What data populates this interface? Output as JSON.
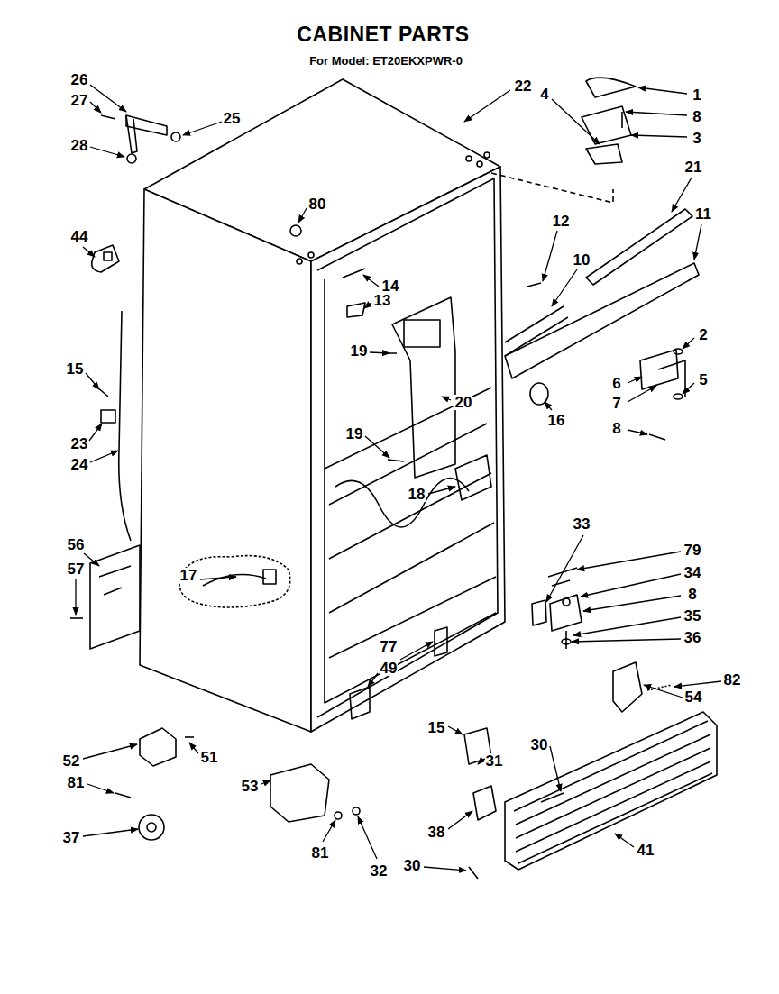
{
  "diagram": {
    "title": "CABINET PARTS",
    "caption": "For Model: ET20EKXPWR-0",
    "labels": [
      "26",
      "27",
      "28",
      "25",
      "22",
      "4",
      "1",
      "8",
      "3",
      "21",
      "80",
      "11",
      "12",
      "44",
      "10",
      "14",
      "13",
      "2",
      "19",
      "15",
      "5",
      "6",
      "20",
      "7",
      "16",
      "8",
      "19",
      "23",
      "24",
      "18",
      "33",
      "56",
      "79",
      "57",
      "34",
      "17",
      "8",
      "35",
      "36",
      "77",
      "49",
      "82",
      "54",
      "15",
      "30",
      "51",
      "52",
      "31",
      "81",
      "53",
      "38",
      "37",
      "41",
      "81",
      "30",
      "32"
    ]
  }
}
